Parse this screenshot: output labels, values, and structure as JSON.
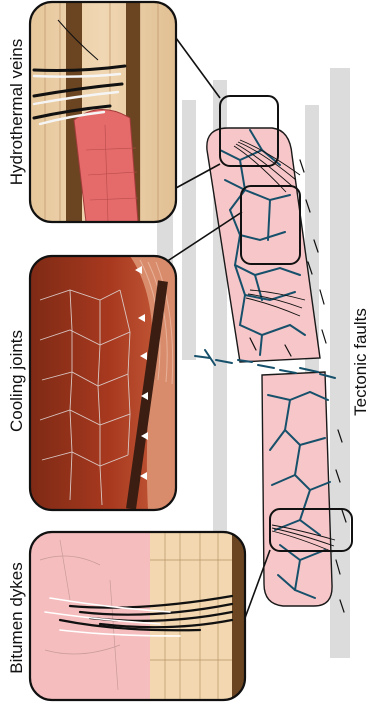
{
  "labels": {
    "hydrothermal": "Hydrothermal veins",
    "cooling": "Cooling joints",
    "bitumen": "Bitumen dykes",
    "faults": "Tectonic faults"
  },
  "colors": {
    "dyke_fill": "#f7c6c8",
    "dyke_edge": "#1a1a1a",
    "joint_lines": "#16506b",
    "fault_band": "#dcdcdc",
    "host_rock": "#ecd2ad",
    "basalt": "#a8391f",
    "vein_black": "#111111",
    "vein_white": "#f5f5f5"
  }
}
